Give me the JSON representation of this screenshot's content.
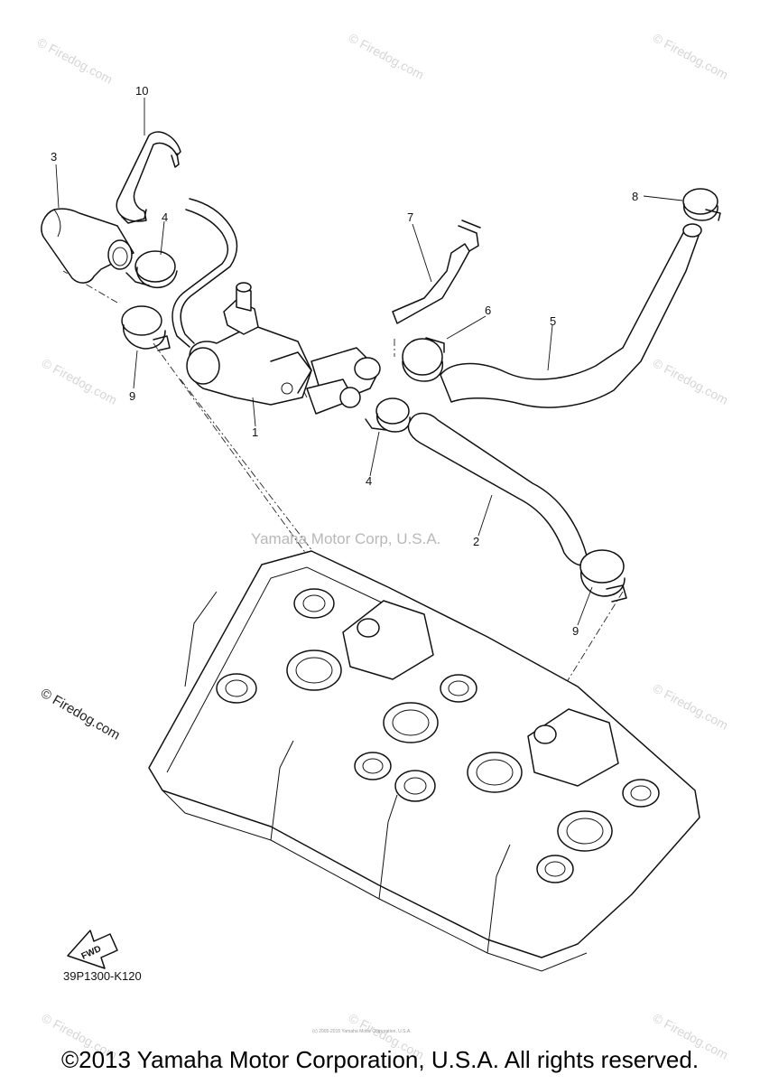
{
  "diagram": {
    "callouts": [
      "10",
      "3",
      "4",
      "7",
      "8",
      "6",
      "5",
      "9",
      "1",
      "4",
      "2",
      "9"
    ],
    "center_watermark": "Yamaha Motor Corp, U.S.A.",
    "side_watermark": "© Firedog.com",
    "tile_watermark": "© Firedog.com",
    "fwd_label": "FWD",
    "diagram_code": "39P1300-K120",
    "tiny_credit": "(c) 2005-2015 Yamaha Motor Corporation, U.S.A."
  },
  "footer": {
    "copyright": "©2013 Yamaha Motor Corporation, U.S.A. All rights reserved."
  }
}
